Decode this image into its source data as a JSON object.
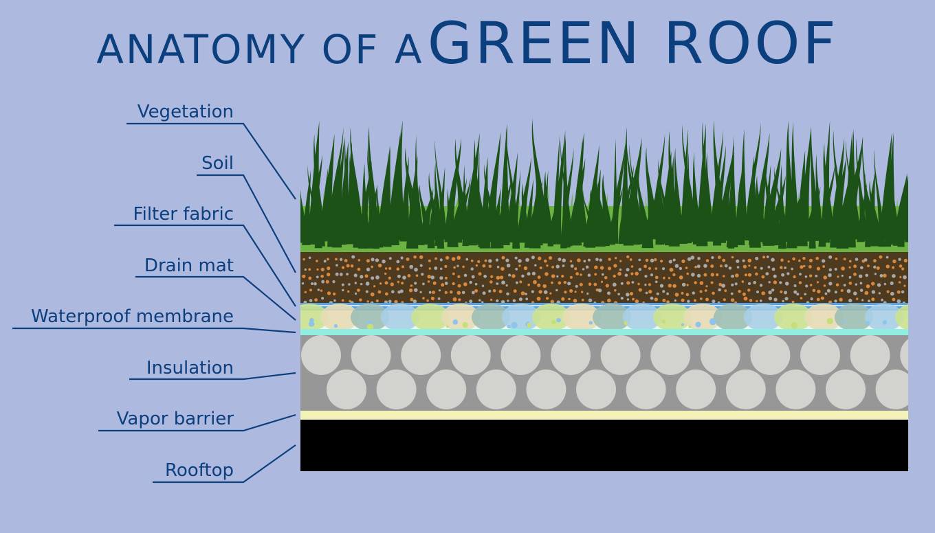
{
  "title": {
    "prefix": "ANATOMY OF A",
    "main": "GREEN ROOF"
  },
  "layers": [
    {
      "id": "vegetation",
      "label": "Vegetation"
    },
    {
      "id": "soil",
      "label": "Soil"
    },
    {
      "id": "filter-fabric",
      "label": "Filter fabric"
    },
    {
      "id": "drain-mat",
      "label": "Drain mat"
    },
    {
      "id": "waterproof-membrane",
      "label": "Waterproof membrane"
    },
    {
      "id": "insulation",
      "label": "Insulation"
    },
    {
      "id": "vapor-barrier",
      "label": "Vapor barrier"
    },
    {
      "id": "rooftop",
      "label": "Rooftop"
    }
  ],
  "colors": {
    "background": "#adb9de",
    "title": "#0c3f7e",
    "grass_light": "#6db344",
    "grass_dark": "#1c5218",
    "soil": "#4e3a1f",
    "soil_speck_orange": "#d9893d",
    "soil_speck_grey": "#a9a9a9",
    "filter_fabric": "#5aa3e0",
    "drain_mat": "#f3f3ee",
    "membrane": "#8feee0",
    "insulation_bg": "#979797",
    "insulation_circle": "#d2d2cf",
    "vapor_barrier": "#f2f1b8",
    "rooftop": "#000000"
  }
}
